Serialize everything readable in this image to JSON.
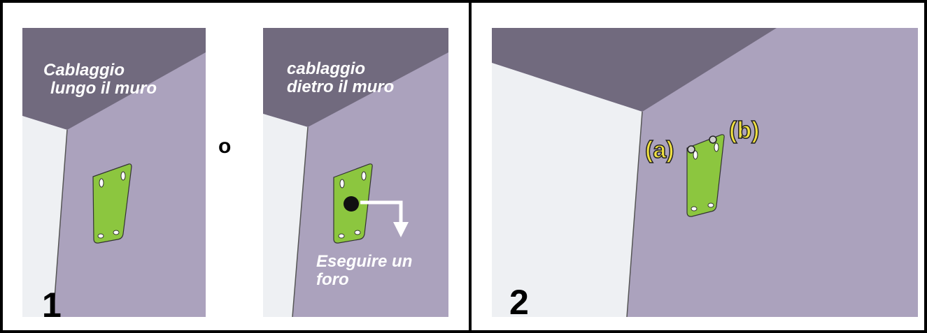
{
  "panel1": {
    "label_left": [
      "Cablaggio",
      "lungo il muro"
    ],
    "separator": "o",
    "label_right": [
      "cablaggio",
      "dietro il muro"
    ],
    "drill_text": [
      "Eseguire un",
      "foro"
    ],
    "step": "1"
  },
  "panel2": {
    "callout_a": "(a)",
    "callout_b": "(b)",
    "step": "2"
  },
  "colors": {
    "wall": "#aba2bd",
    "ceiling": "#716a7e",
    "side_wall": "#eef0f3",
    "plate": "#8cc63f",
    "callout": "#f0e040"
  }
}
